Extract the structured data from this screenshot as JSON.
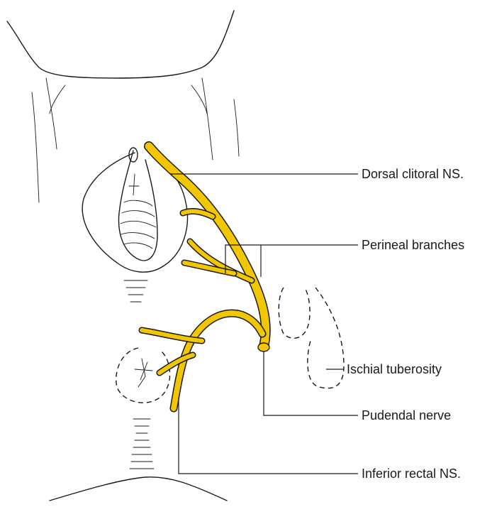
{
  "labels": {
    "dorsal": "Dorsal clitoral NS.",
    "perineal": "Perineal branches",
    "ischial": "Ischial tuberosity",
    "pudendal": "Pudendal nerve",
    "rectal": "Inferior rectal NS."
  },
  "colors": {
    "nerve": "#f2c600",
    "line": "#1a1a1a",
    "background": "#ffffff"
  }
}
